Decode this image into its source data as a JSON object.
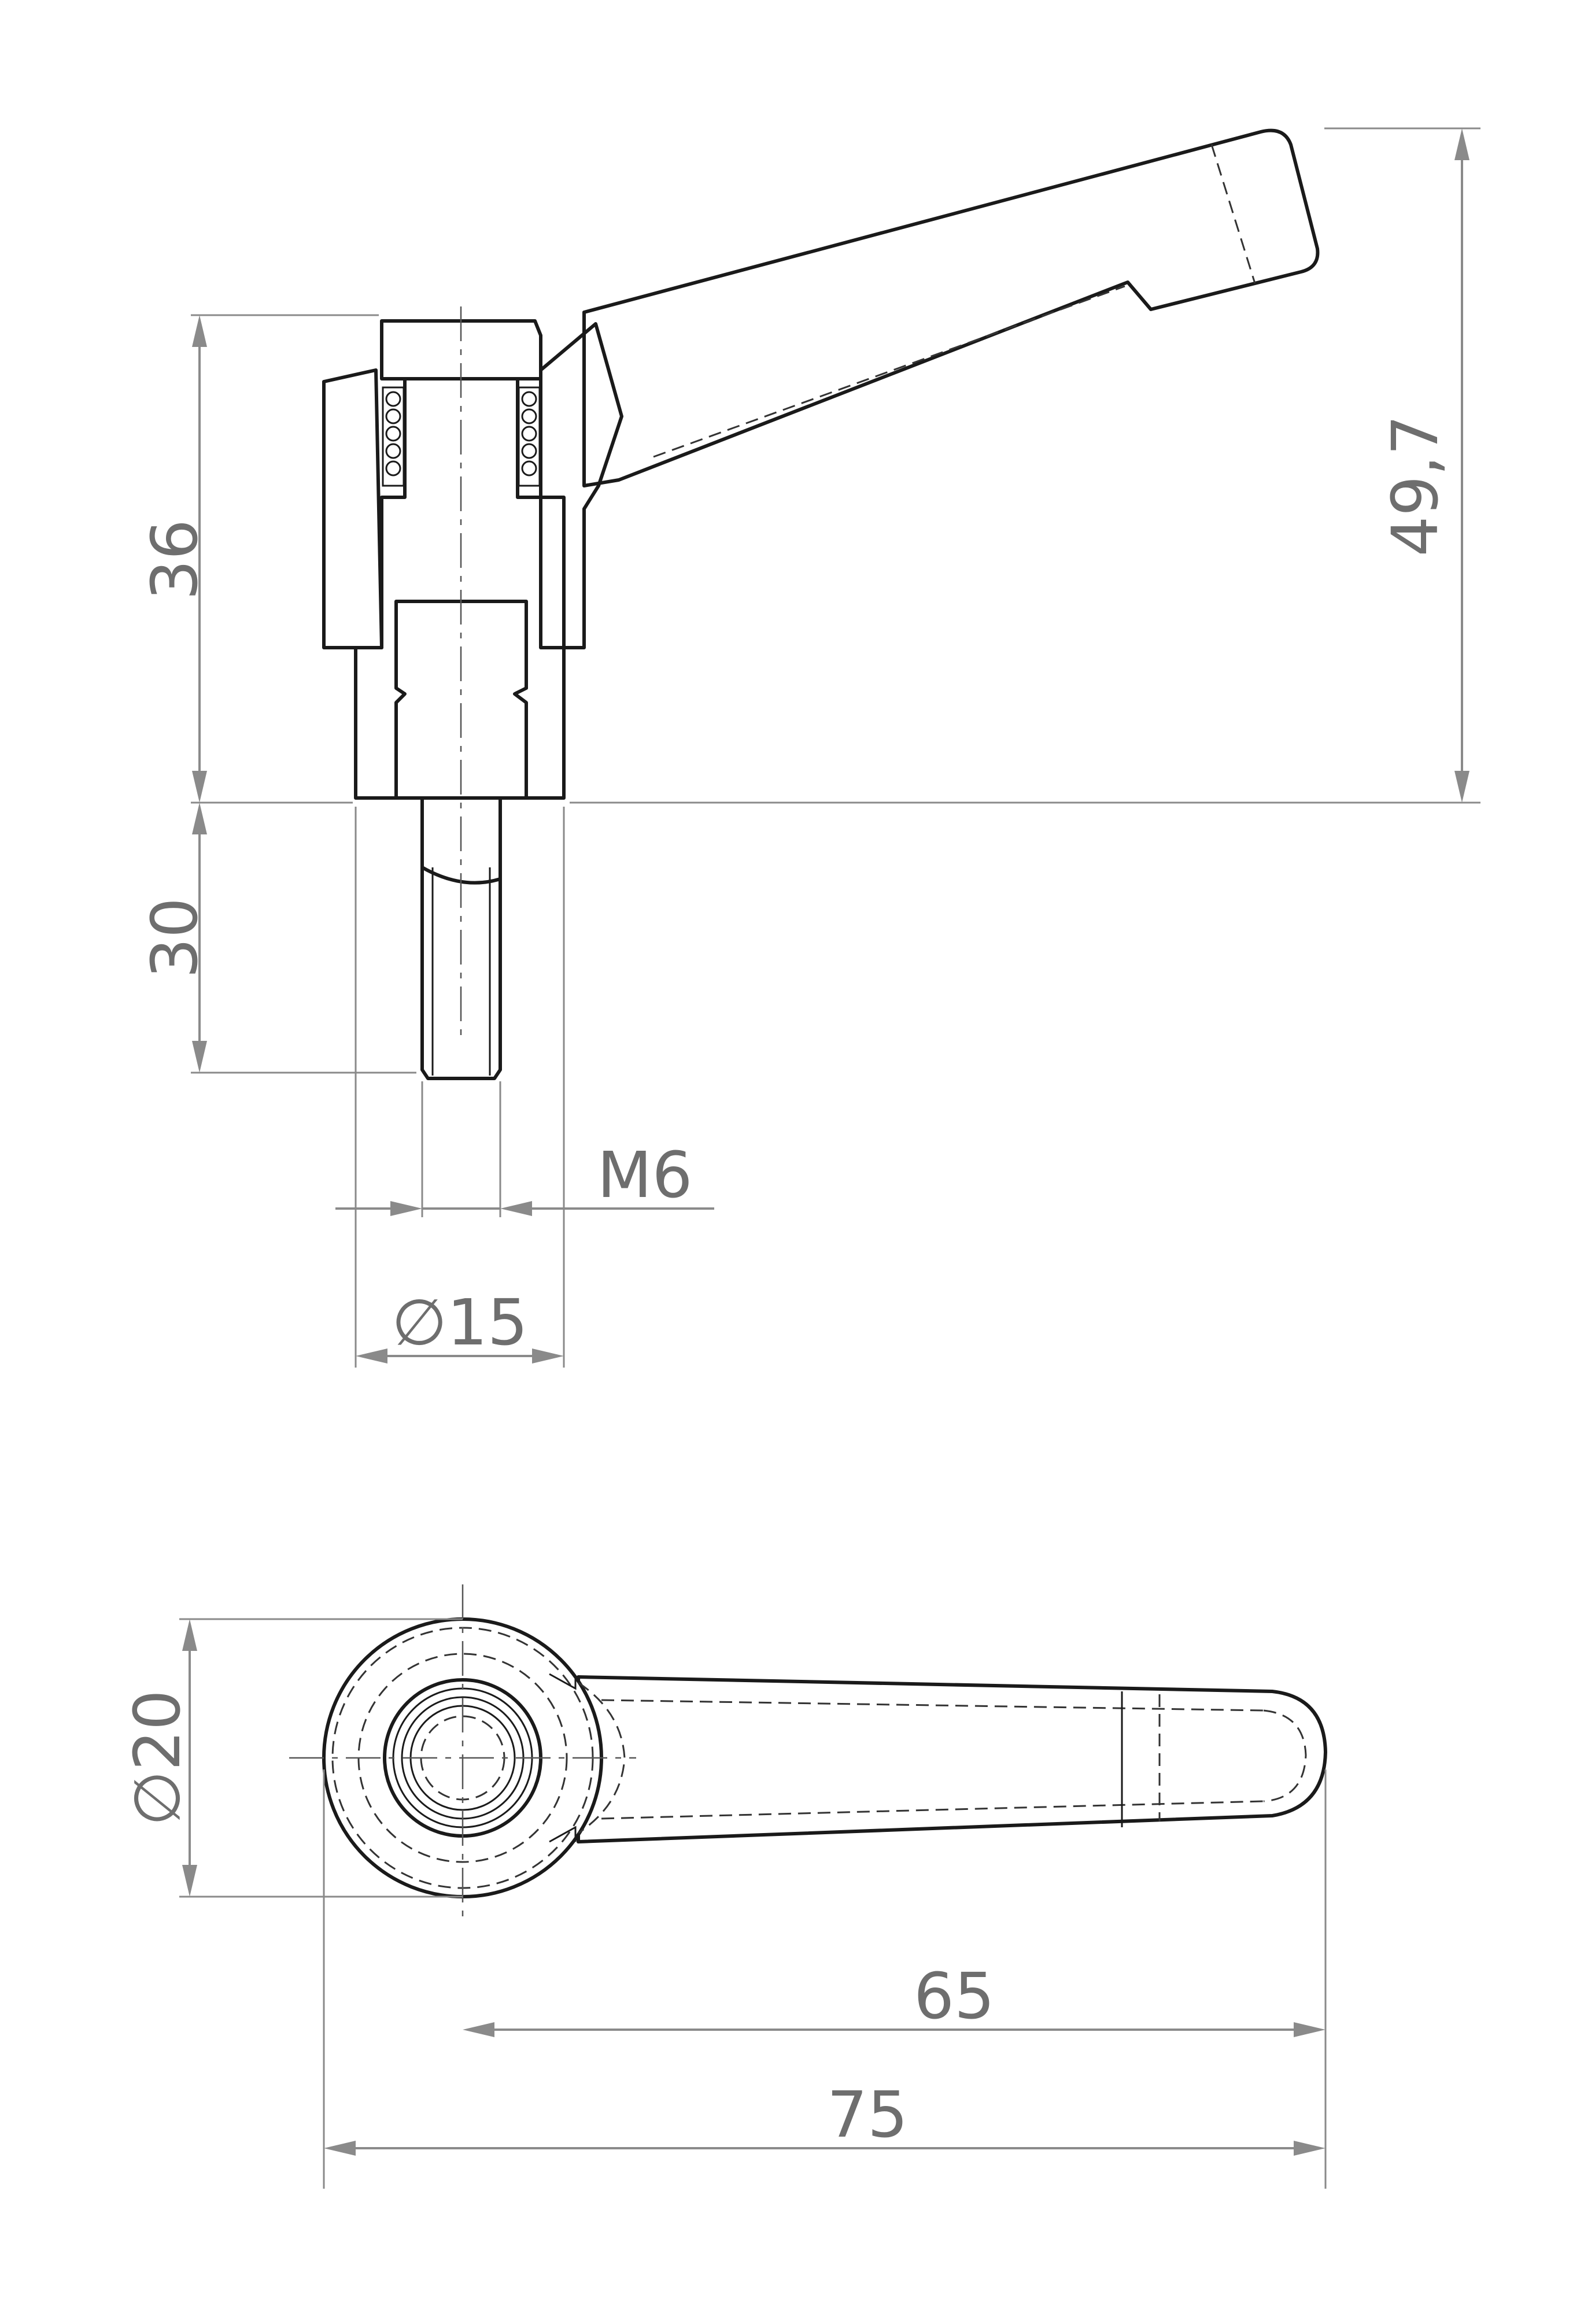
{
  "drawing": {
    "side_view": {
      "dimensions": {
        "upper_height": "36",
        "shaft_length": "30",
        "total_height": "49,7",
        "thread": "M6",
        "body_diameter": "∅15"
      }
    },
    "top_view": {
      "dimensions": {
        "head_diameter": "∅20",
        "center_to_tip": "65",
        "overall_length": "75"
      }
    }
  },
  "colors": {
    "outline": "#1a1a1a",
    "dimension": "#8a8a8a",
    "text": "#6e6e6e",
    "background": "#ffffff"
  }
}
